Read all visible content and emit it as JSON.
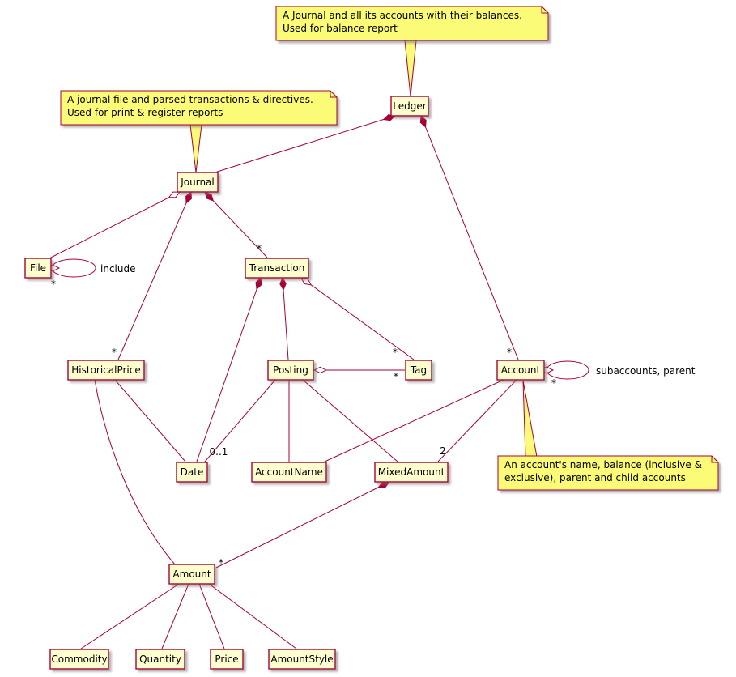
{
  "diagram": {
    "kind": "uml-class-diagram",
    "colors": {
      "line": "#A80036",
      "class_fill": "#FEFECE",
      "note_fill": "#FBFB77",
      "text": "#000000"
    }
  },
  "classes": {
    "ledger": "Ledger",
    "journal": "Journal",
    "file": "File",
    "transaction": "Transaction",
    "historical_price": "HistoricalPrice",
    "posting": "Posting",
    "tag": "Tag",
    "account": "Account",
    "date": "Date",
    "account_name": "AccountName",
    "mixed_amount": "MixedAmount",
    "amount": "Amount",
    "commodity": "Commodity",
    "quantity": "Quantity",
    "price": "Price",
    "amount_style": "AmountStyle"
  },
  "notes": {
    "ledger": {
      "line1": "A Journal and all its accounts with their balances.",
      "line2": "Used for balance report"
    },
    "journal": {
      "line1": "A journal file and parsed transactions & directives.",
      "line2": "Used for print & register reports"
    },
    "account": {
      "line1": "An account's name, balance (inclusive &",
      "line2": "exclusive), parent and child accounts"
    }
  },
  "edge_labels": {
    "include": "include",
    "subaccounts_parent": "subaccounts, parent"
  },
  "mult": {
    "file_include": "*",
    "journal_transaction": "*",
    "journal_historical_price": "*",
    "transaction_tag": "*",
    "posting_tag": "*",
    "ledger_account": "*",
    "account_subaccounts": "*",
    "posting_date": "0..1",
    "account_mixed_amount": "2",
    "mixed_amount_amount": "*"
  },
  "relationships": [
    {
      "from": "Ledger",
      "to": "Journal",
      "type": "composition"
    },
    {
      "from": "Ledger",
      "to": "Account",
      "type": "composition",
      "to_multiplicity": "*"
    },
    {
      "from": "Journal",
      "to": "File",
      "type": "aggregation"
    },
    {
      "from": "File",
      "to": "File",
      "type": "aggregation",
      "label": "include",
      "to_multiplicity": "*"
    },
    {
      "from": "Journal",
      "to": "HistoricalPrice",
      "type": "composition",
      "to_multiplicity": "*"
    },
    {
      "from": "Journal",
      "to": "Transaction",
      "type": "composition",
      "to_multiplicity": "*"
    },
    {
      "from": "Transaction",
      "to": "Date",
      "type": "composition"
    },
    {
      "from": "Transaction",
      "to": "Posting",
      "type": "composition"
    },
    {
      "from": "Transaction",
      "to": "Tag",
      "type": "aggregation",
      "to_multiplicity": "*"
    },
    {
      "from": "Posting",
      "to": "Tag",
      "type": "aggregation",
      "to_multiplicity": "*"
    },
    {
      "from": "Posting",
      "to": "Date",
      "type": "association",
      "to_multiplicity": "0..1"
    },
    {
      "from": "Posting",
      "to": "AccountName",
      "type": "association"
    },
    {
      "from": "Posting",
      "to": "MixedAmount",
      "type": "association"
    },
    {
      "from": "HistoricalPrice",
      "to": "Date",
      "type": "association"
    },
    {
      "from": "HistoricalPrice",
      "to": "Amount",
      "type": "association"
    },
    {
      "from": "Account",
      "to": "Account",
      "type": "aggregation",
      "label": "subaccounts, parent",
      "to_multiplicity": "*"
    },
    {
      "from": "Account",
      "to": "AccountName",
      "type": "association"
    },
    {
      "from": "Account",
      "to": "MixedAmount",
      "type": "association",
      "to_multiplicity": "2"
    },
    {
      "from": "MixedAmount",
      "to": "Amount",
      "type": "composition",
      "to_multiplicity": "*"
    },
    {
      "from": "Amount",
      "to": "Commodity",
      "type": "association"
    },
    {
      "from": "Amount",
      "to": "Quantity",
      "type": "association"
    },
    {
      "from": "Amount",
      "to": "Price",
      "type": "association"
    },
    {
      "from": "Amount",
      "to": "AmountStyle",
      "type": "association"
    }
  ]
}
